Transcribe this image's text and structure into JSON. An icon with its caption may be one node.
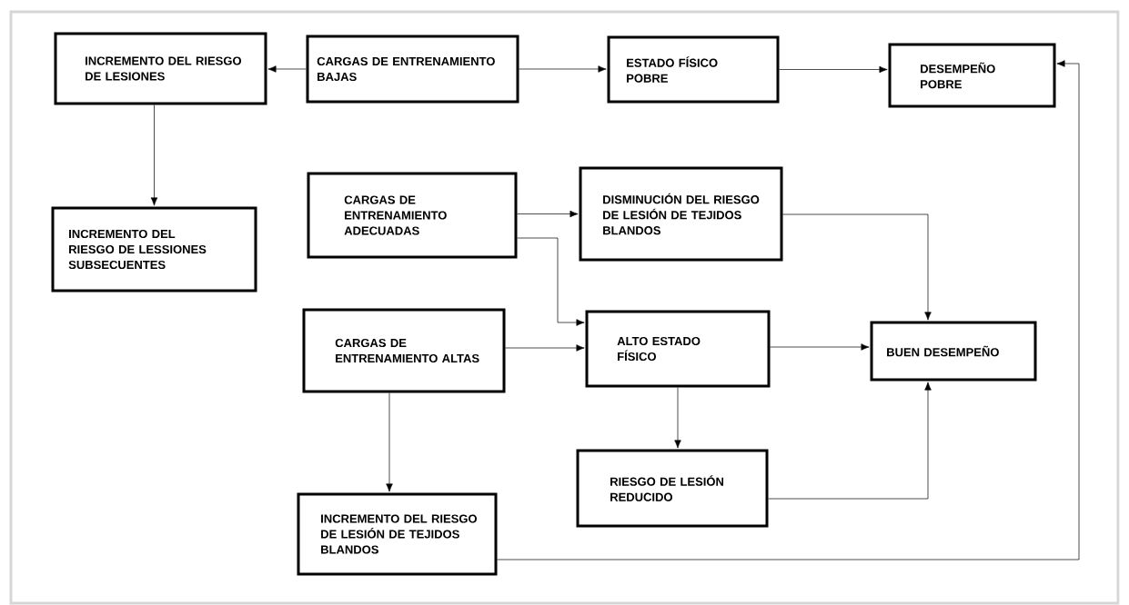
{
  "diagram": {
    "nodes": [
      {
        "text": [
          "INCREMENTO DEL RIESGO DE LESIONES"
        ]
      },
      {
        "text": [
          "CARGAS DE ENTRENAMIENTO BAJAS"
        ]
      },
      {
        "text": [
          "ESTADO FÍSICO POBRE"
        ]
      },
      {
        "text": [
          "DESEMPEÑO POBRE"
        ]
      },
      {
        "text": [
          "INCREMENTO DEL RIESGO DE LESSIONES SUBSECUENTES"
        ]
      },
      {
        "text": [
          "CARGAS DE ENTRENAMIENTO ADECUADAS"
        ]
      },
      {
        "text": [
          "DISMINUCIÓN DEL RIESGO DE LESIÓN DE TEJIDOS BLANDOS"
        ]
      },
      {
        "text": [
          "CARGAS DE ENTRENAMIENTO ALTAS"
        ]
      },
      {
        "text": [
          "ALTO ESTADO FÍSICO"
        ]
      },
      {
        "text": [
          "BUEN DESEMPEÑO"
        ]
      },
      {
        "text": [
          "RIESGO DE LESIÓN REDUCIDO"
        ]
      },
      {
        "text": [
          "INCREMENTO DEL RIESGO DE LESIÓN DE TEJIDOS BLANDOS"
        ]
      }
    ],
    "edges": [
      {
        "from": 1,
        "to": 0,
        "arrow": "to"
      },
      {
        "from": 1,
        "to": 2,
        "arrow": "to"
      },
      {
        "from": 2,
        "to": 3,
        "arrow": "to"
      },
      {
        "from": 0,
        "to": 4,
        "arrow": "to"
      },
      {
        "from": 5,
        "to": 6,
        "arrow": "to"
      },
      {
        "from": 5,
        "to": 8,
        "arrow": "to"
      },
      {
        "from": 7,
        "to": 8,
        "arrow": "to"
      },
      {
        "from": 6,
        "to": 9,
        "arrow": "to"
      },
      {
        "from": 8,
        "to": 9,
        "arrow": "to"
      },
      {
        "from": 8,
        "to": 10,
        "arrow": "to"
      },
      {
        "from": 10,
        "to": 9,
        "arrow": "to"
      },
      {
        "from": 7,
        "to": 11,
        "arrow": "to"
      },
      {
        "from": 11,
        "to": 3,
        "arrow": "to"
      }
    ]
  }
}
